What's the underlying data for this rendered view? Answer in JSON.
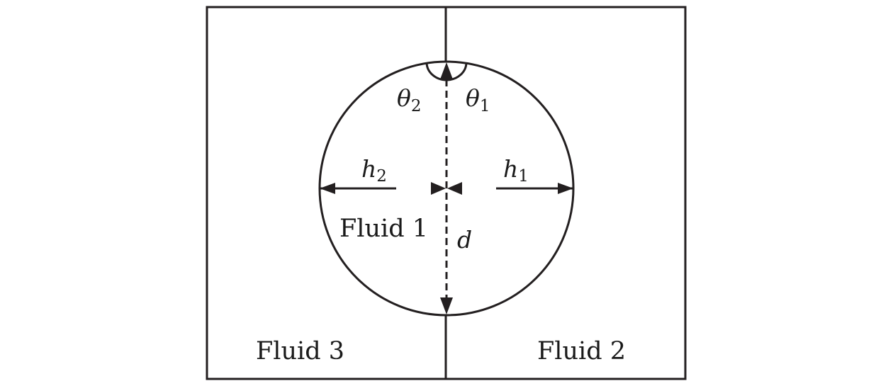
{
  "labels": {
    "fluid1": "Fluid 1",
    "fluid2": "Fluid 2",
    "fluid3": "Fluid 3",
    "theta1": {
      "base": "θ",
      "sub": "1"
    },
    "theta2": {
      "base": "θ",
      "sub": "2"
    },
    "h1": {
      "base": "h",
      "sub": "1"
    },
    "h2": {
      "base": "h",
      "sub": "2"
    },
    "d": "d"
  }
}
